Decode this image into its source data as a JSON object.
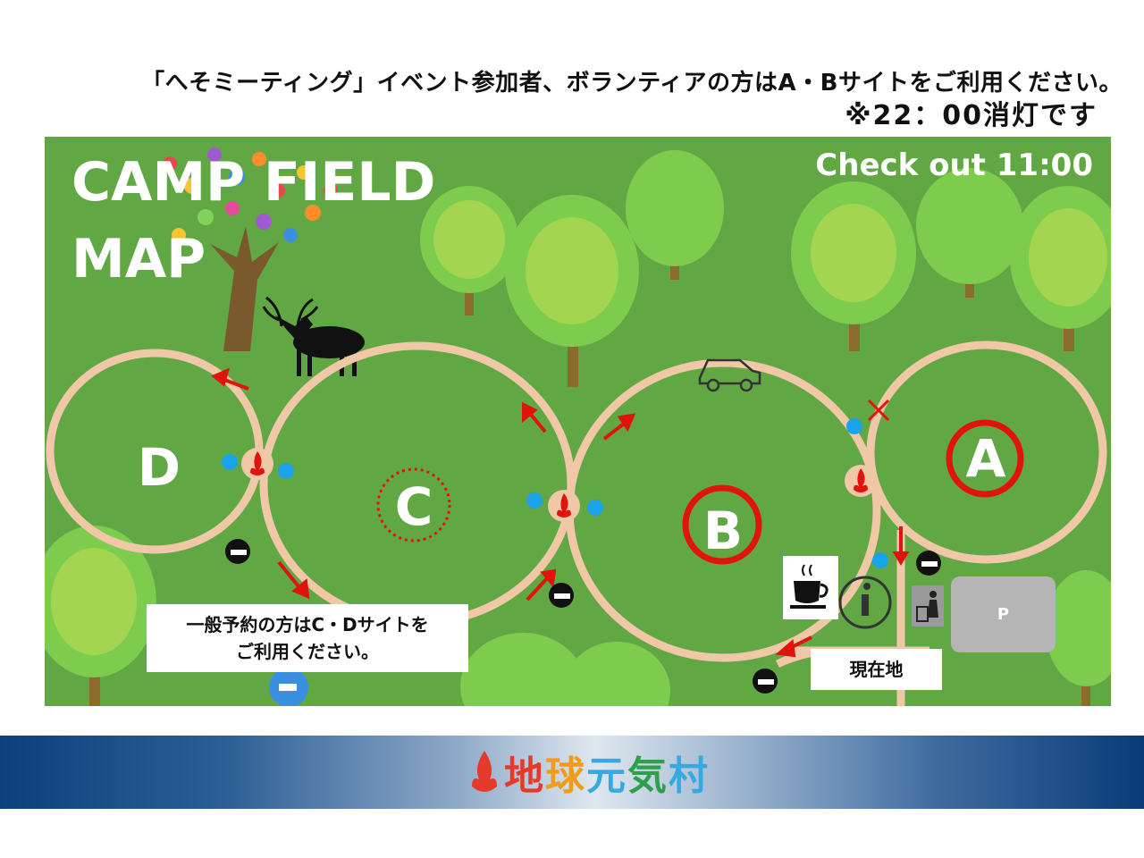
{
  "notice": {
    "line1": "「へそミーティング」イベント参加者、ボランティアの方はA・Bサイトをご利用ください。",
    "line2": "※22：00消灯です"
  },
  "map": {
    "title": "CAMP FIELD\nMAP",
    "checkout": "Check out 11:00",
    "sites": [
      {
        "label": "A",
        "highlight": "red-ring"
      },
      {
        "label": "B",
        "highlight": "red-ring"
      },
      {
        "label": "C",
        "highlight": "red-dotted-ring"
      },
      {
        "label": "D",
        "highlight": "none"
      }
    ],
    "general_info": "一般予約の方はC・Dサイトを\nご利用ください。",
    "current_location": "現在地",
    "parking": "P",
    "icons": [
      "car-icon",
      "campfire-icon",
      "toilet-icon",
      "cafe-icon",
      "info-icon",
      "trash-icon",
      "water-icon",
      "drinking-fountain-icon",
      "no-entry-icon",
      "direction-arrow-icon",
      "tree-icon",
      "deer-icon",
      "flower-tree-icon"
    ]
  },
  "footer": {
    "brand": "地球元気村",
    "brand_chars": [
      "地",
      "球",
      "元",
      "気",
      "村"
    ]
  },
  "colors": {
    "grass": "#61a845",
    "path": "#f0c8a8",
    "highlight": "#e0140c",
    "water": "#1aa3e8"
  }
}
